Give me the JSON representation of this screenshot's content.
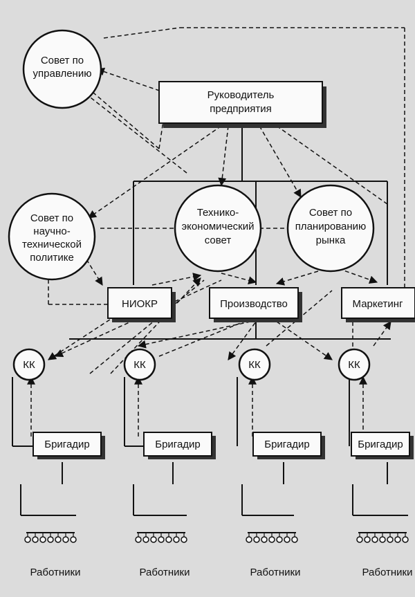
{
  "nodes": {
    "council_management": [
      "Совет по",
      "управлению"
    ],
    "director": [
      "Руководитель",
      "предприятия"
    ],
    "council_science": [
      "Совет по",
      "научно-",
      "технической",
      "политике"
    ],
    "council_tech_econ": [
      "Технико-",
      "экономический",
      "совет"
    ],
    "council_market": [
      "Совет по",
      "планированию",
      "рынка"
    ],
    "niokr": "НИОКР",
    "production": "Производство",
    "marketing": "Маркетинг",
    "kk": "КК",
    "foreman": "Бригадир",
    "workers": "Работники"
  },
  "colors": {
    "ink": "#111111",
    "paper": "#fafafa",
    "background": "#dcdcdc"
  }
}
